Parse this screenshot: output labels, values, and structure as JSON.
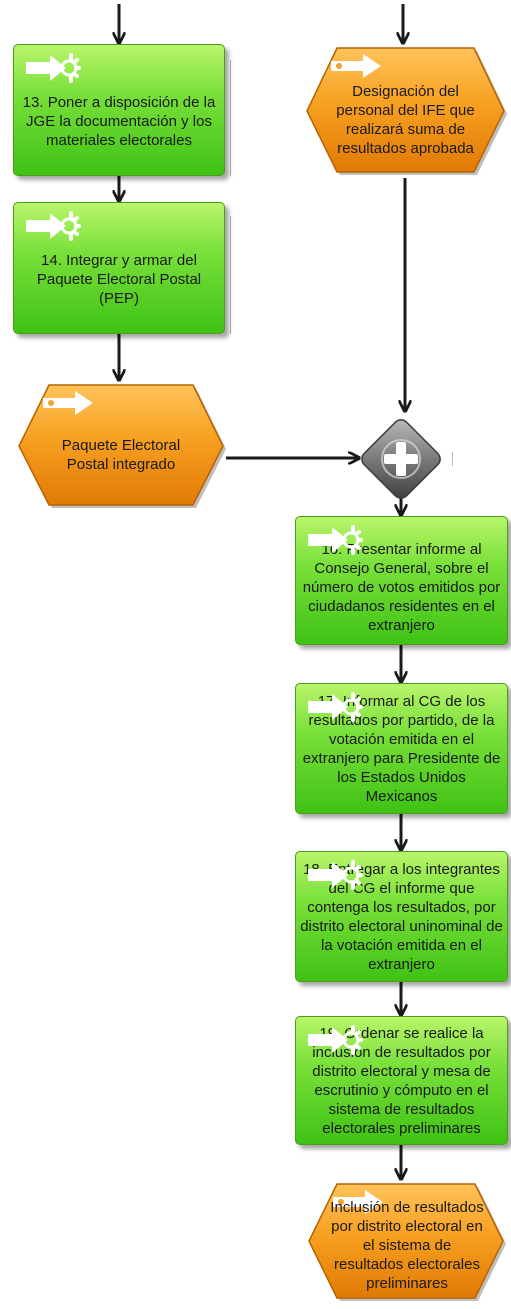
{
  "nodes": {
    "task13": "13. Poner a disposición de la JGE la documentación y los materiales electorales",
    "event_designacion": "Designación del personal del IFE que realizará suma de resultados aprobada",
    "task14": "14. Integrar y armar del Paquete Electoral Postal (PEP)",
    "event_paquete": "Paquete Electoral Postal integrado",
    "task16": "16. Presentar informe al Consejo General, sobre el número de votos emitidos por ciudadanos residentes en el extranjero",
    "task17": "17. Informar al CG de los resultados por partido, de la votación emitida en el extranjero para Presidente de los Estados Unidos Mexicanos",
    "task18": "18. Entregar a los integrantes del CG el informe que contenga los resultados, por distrito electoral uninominal de la votación emitida en el extranjero",
    "task19": "19. Ordenar se realice la inclusión de resultados por distrito electoral y mesa de escrutinio y cómputo en el sistema de resultados electorales preliminares",
    "event_inclusion": "Inclusión de resultados por distrito electoral en el sistema de resultados electorales preliminares"
  },
  "colors": {
    "task_green": "#5fd125",
    "event_orange": "#f39a1c",
    "gateway_gray": "#6e6e6e",
    "connector": "#1a1a1a"
  },
  "icons": {
    "task": "function-arrow-gear-icon",
    "event": "event-arrow-icon",
    "gateway": "and-gateway-plus-icon"
  }
}
